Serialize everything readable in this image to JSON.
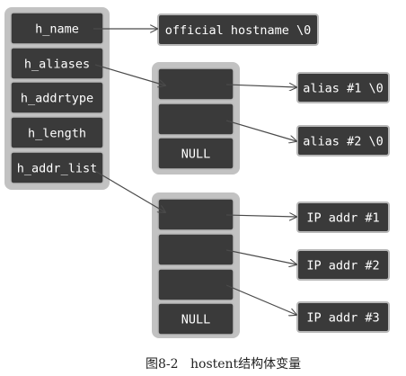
{
  "hostent": {
    "fields": [
      "h_name",
      "h_aliases",
      "h_addrtype",
      "h_length",
      "h_addr_list"
    ]
  },
  "hostname": "official hostname \\0",
  "aliases": {
    "null_label": "NULL",
    "targets": [
      "alias #1 \\0",
      "alias #2 \\0"
    ]
  },
  "addr_list": {
    "null_label": "NULL",
    "targets": [
      "IP addr #1",
      "IP addr #2",
      "IP addr #3"
    ]
  },
  "caption": {
    "number": "图8-2",
    "text": "hostent结构体变量"
  },
  "colors": {
    "box_fill": "#3a3a3a",
    "box_border": "#b8b8b8",
    "frame_fill": "#c2c2c2",
    "arrow": "#4a4a4a"
  }
}
